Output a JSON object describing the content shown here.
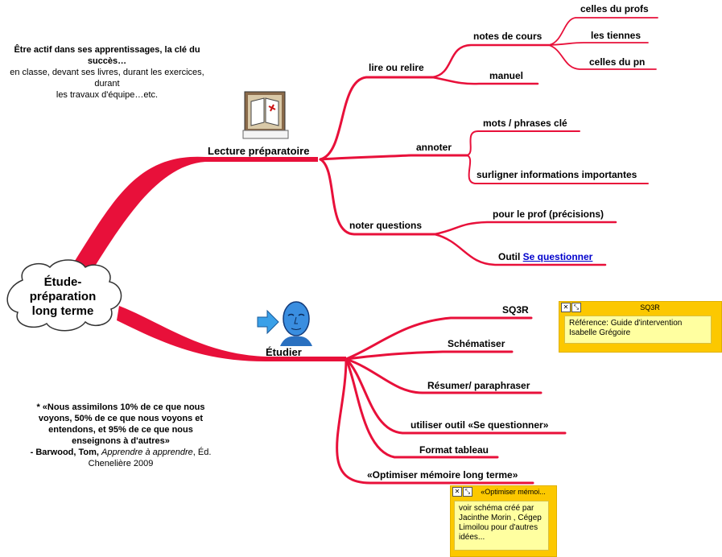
{
  "center": {
    "line1": "Étude-",
    "line2": "préparation",
    "line3": "long terme"
  },
  "intro": {
    "line1": "Être actif dans ses apprentissages, la clé du succès…",
    "line2": "en classe, devant ses livres, durant les exercices, durant",
    "line3": "les travaux d'équipe…etc."
  },
  "quote": {
    "bold": "* «Nous assimilons 10% de ce que nous voyons, 50% de ce que nous voyons et entendons, et 95% de ce que nous enseignons à d'autres»",
    "dash": "- Barwood, Tom, ",
    "book": "Apprendre à apprendre",
    "publisher": ", Éd. Chenelière 2009"
  },
  "lecture": {
    "label": "Lecture préparatoire",
    "icon": "open-book-icon",
    "branches": {
      "lire": "lire ou relire",
      "notes": "notes de cours",
      "notes_children": [
        "celles du profs",
        "les tiennes",
        "celles du pn"
      ],
      "manuel": "manuel",
      "annoter": "annoter",
      "annoter_children": [
        "mots / phrases clé",
        "surligner informations importantes"
      ],
      "noter": "noter questions",
      "noter_prof": "pour le prof (précisions)",
      "outil_prefix": "Outil ",
      "outil_link": "Se questionner"
    }
  },
  "etudier": {
    "label": "Étudier",
    "icon": "student-head-icon",
    "children": [
      "SQ3R",
      "Schématiser",
      "Résumer/ paraphraser",
      "utiliser outil «Se questionner»",
      "Format tableau",
      "«Optimiser mémoire long terme»"
    ]
  },
  "notes": {
    "sq3r": {
      "title": "SQ3R",
      "body1": "Référence: Guide d'intervention",
      "body2": "Isabelle Grégoire"
    },
    "optimiser": {
      "title": "«Optimiser mémoi...",
      "body1": "voir schéma créé par",
      "body2": "Jacinthe Morin , Cégep",
      "body3": "Limoilou pour d'autres",
      "body4": "idées..."
    }
  },
  "colors": {
    "branch": "#e8103a",
    "note": "#fcc800",
    "note_body": "#ffffa0",
    "link": "#0000cc"
  }
}
